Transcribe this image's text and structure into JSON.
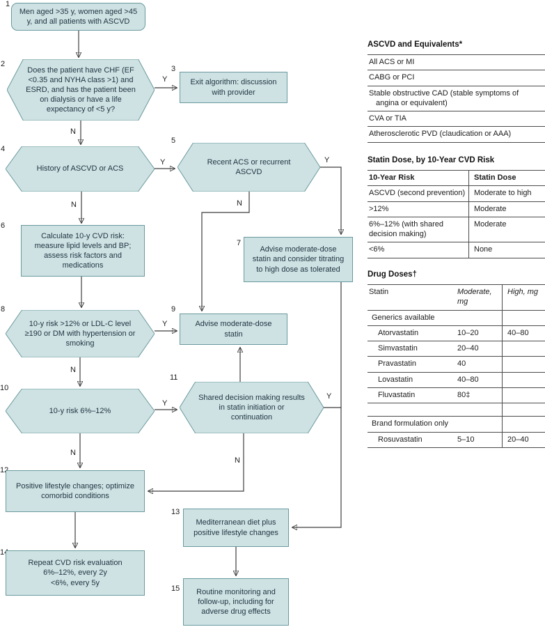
{
  "palette": {
    "node_fill": "#cfe2e3",
    "node_border": "#69999d",
    "connector": "#3d3d3d",
    "text": "#1c3340"
  },
  "flow": {
    "yn": {
      "yes": "Y",
      "no": "N"
    },
    "nodes": [
      {
        "num": "1",
        "text": "Men aged >35 y, women aged >45 y, and all patients with ASCVD"
      },
      {
        "num": "2",
        "text": "Does the patient have CHF (EF <0.35 and NYHA class >1) and ESRD, and has the patient been on dialysis or have a life expectancy of <5 y?"
      },
      {
        "num": "3",
        "text": "Exit algorithm: discussion with provider"
      },
      {
        "num": "4",
        "text": "History of ASCVD or ACS"
      },
      {
        "num": "5",
        "text": "Recent ACS or recurrent ASCVD"
      },
      {
        "num": "6",
        "text": "Calculate 10-y CVD risk: measure lipid levels and BP; assess risk factors and medications"
      },
      {
        "num": "7",
        "text": "Advise moderate-dose statin and consider titrating to high dose as tolerated"
      },
      {
        "num": "8",
        "text": "10-y risk >12% or LDL-C level ≥190 or DM with hypertension or smoking"
      },
      {
        "num": "9",
        "text": "Advise moderate-dose statin"
      },
      {
        "num": "10",
        "text": "10-y risk 6%–12%"
      },
      {
        "num": "11",
        "text": "Shared decision making results in statin initiation or continuation"
      },
      {
        "num": "12",
        "text": "Positive lifestyle changes; optimize comorbid conditions"
      },
      {
        "num": "13",
        "text": "Mediterranean diet plus positive lifestyle changes"
      },
      {
        "num": "14",
        "text": "Repeat CVD risk evaluation\n6%–12%, every 2y\n<6%, every 5y"
      },
      {
        "num": "15",
        "text": "Routine monitoring and follow-up, including for adverse drug effects"
      }
    ]
  },
  "tables": {
    "ascvd": {
      "title": "ASCVD and Equivalents*",
      "rows": [
        "All ACS or MI",
        "CABG or PCI",
        "Stable obstructive CAD (stable symptoms of angina or equivalent)",
        "CVA or TIA",
        "Atherosclerotic PVD (claudication or AAA)"
      ]
    },
    "dose_by_risk": {
      "title": "Statin Dose, by 10-Year CVD Risk",
      "headers": [
        "10-Year Risk",
        "Statin Dose"
      ],
      "rows": [
        [
          "ASCVD (second prevention)",
          "Moderate to high"
        ],
        [
          ">12%",
          "Moderate"
        ],
        [
          "6%–12% (with shared decision making)",
          "Moderate"
        ],
        [
          "<6%",
          "None"
        ]
      ]
    },
    "drug_doses": {
      "title": "Drug Doses†",
      "headers": [
        "Statin",
        "Moderate, mg",
        "High, mg"
      ],
      "sections": [
        {
          "label": "Generics available",
          "drugs": [
            {
              "name": "Atorvastatin",
              "moderate": "10–20",
              "high": "40–80"
            },
            {
              "name": "Simvastatin",
              "moderate": "20–40",
              "high": ""
            },
            {
              "name": "Pravastatin",
              "moderate": "40",
              "high": ""
            },
            {
              "name": "Lovastatin",
              "moderate": "40–80",
              "high": ""
            },
            {
              "name": "Fluvastatin",
              "moderate": "80‡",
              "high": ""
            }
          ]
        },
        {
          "label": "Brand formulation only",
          "drugs": [
            {
              "name": "Rosuvastatin",
              "moderate": "5–10",
              "high": "20–40"
            }
          ]
        }
      ]
    }
  }
}
